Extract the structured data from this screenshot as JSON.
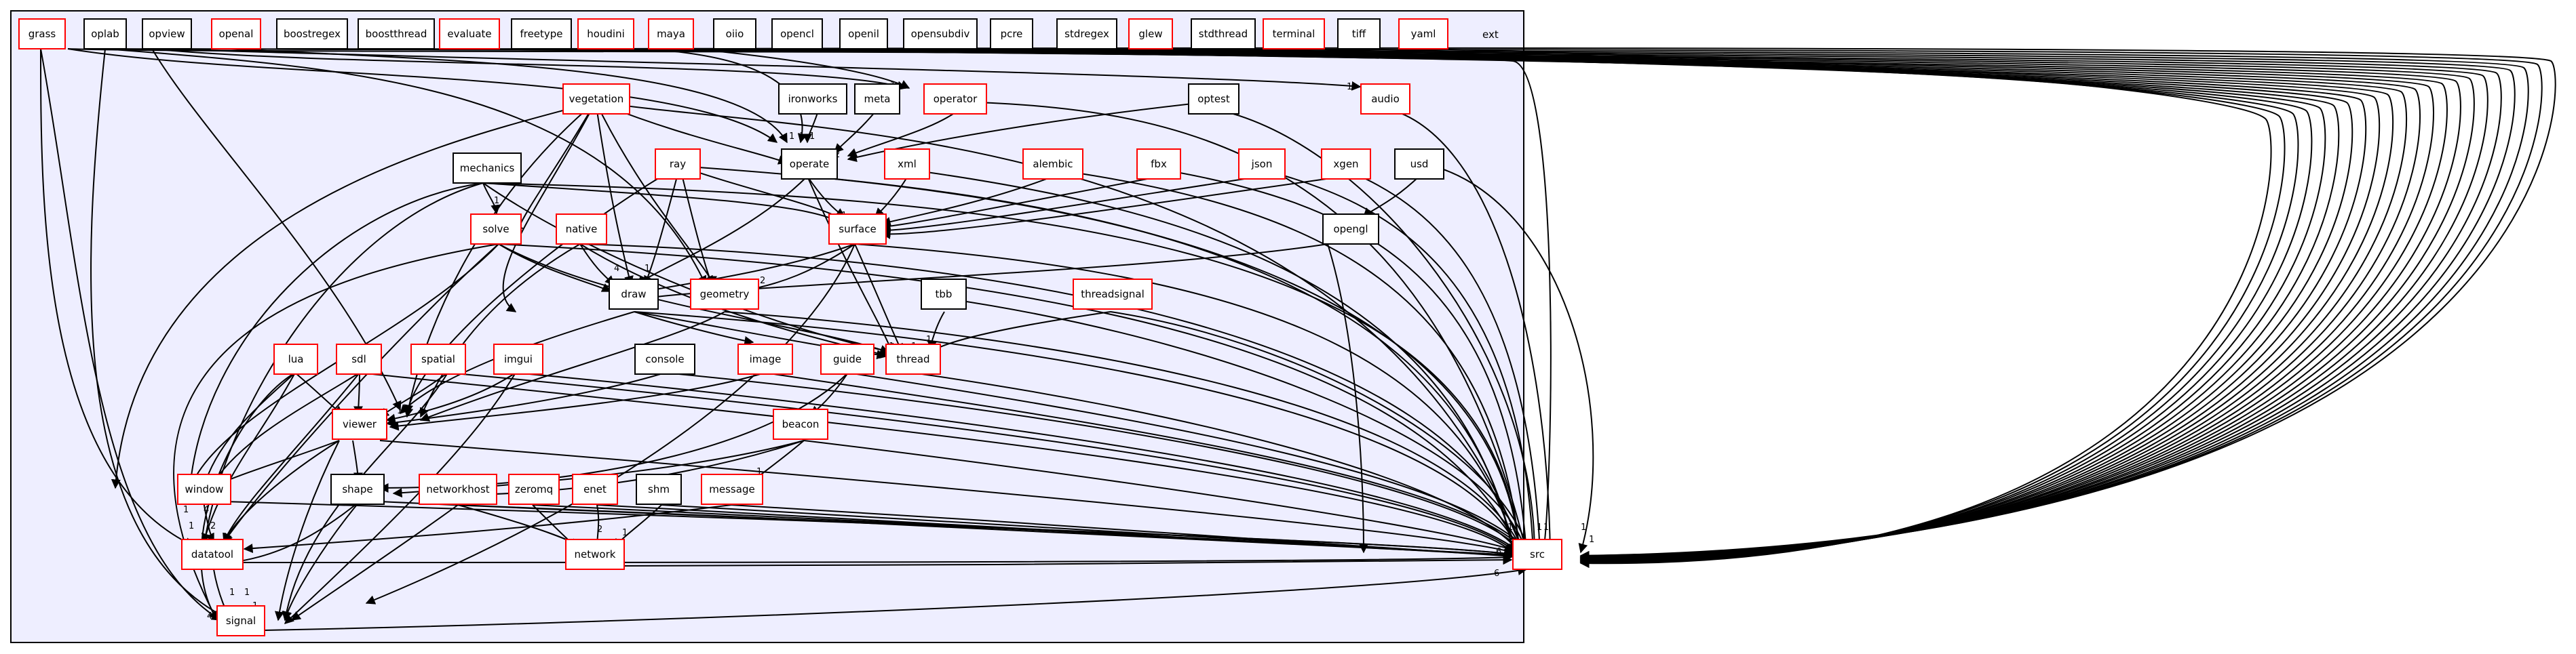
{
  "cluster": {
    "label": "ext"
  },
  "colors": {
    "internal": "#ff0000",
    "external": "#000000",
    "cluster_fill": "#eeeeff",
    "edge": "#000000"
  },
  "nodes": {
    "grass": "grass",
    "oplab": "oplab",
    "opview": "opview",
    "openal": "openal",
    "boostregex": "boostregex",
    "boostthread": "boostthread",
    "evaluate": "evaluate",
    "freetype": "freetype",
    "houdini": "houdini",
    "maya": "maya",
    "oiio": "oiio",
    "opencl": "opencl",
    "openil": "openil",
    "opensubdiv": "opensubdiv",
    "pcre": "pcre",
    "stdregex": "stdregex",
    "glew": "glew",
    "stdthread": "stdthread",
    "terminal": "terminal",
    "tiff": "tiff",
    "yaml": "yaml",
    "vegetation": "vegetation",
    "ironworks": "ironworks",
    "meta": "meta",
    "operator": "operator",
    "optest": "optest",
    "audio": "audio",
    "mechanics": "mechanics",
    "operate": "operate",
    "ray": "ray",
    "xml": "xml",
    "alembic": "alembic",
    "fbx": "fbx",
    "json": "json",
    "xgen": "xgen",
    "usd": "usd",
    "solve": "solve",
    "native": "native",
    "surface": "surface",
    "opengl": "opengl",
    "draw": "draw",
    "geometry": "geometry",
    "tbb": "tbb",
    "threadsignal": "threadsignal",
    "lua": "lua",
    "sdl": "sdl",
    "spatial": "spatial",
    "imgui": "imgui",
    "console": "console",
    "image": "image",
    "guide": "guide",
    "thread": "thread",
    "viewer": "viewer",
    "beacon": "beacon",
    "window": "window",
    "shape": "shape",
    "networkhost": "networkhost",
    "zeromq": "zeromq",
    "enet": "enet",
    "shm": "shm",
    "message": "message",
    "datatool": "datatool",
    "network": "network",
    "signal": "signal",
    "src": "src"
  },
  "edge_labels": {
    "one": "1",
    "two": "2",
    "four": "4",
    "six": "6"
  }
}
